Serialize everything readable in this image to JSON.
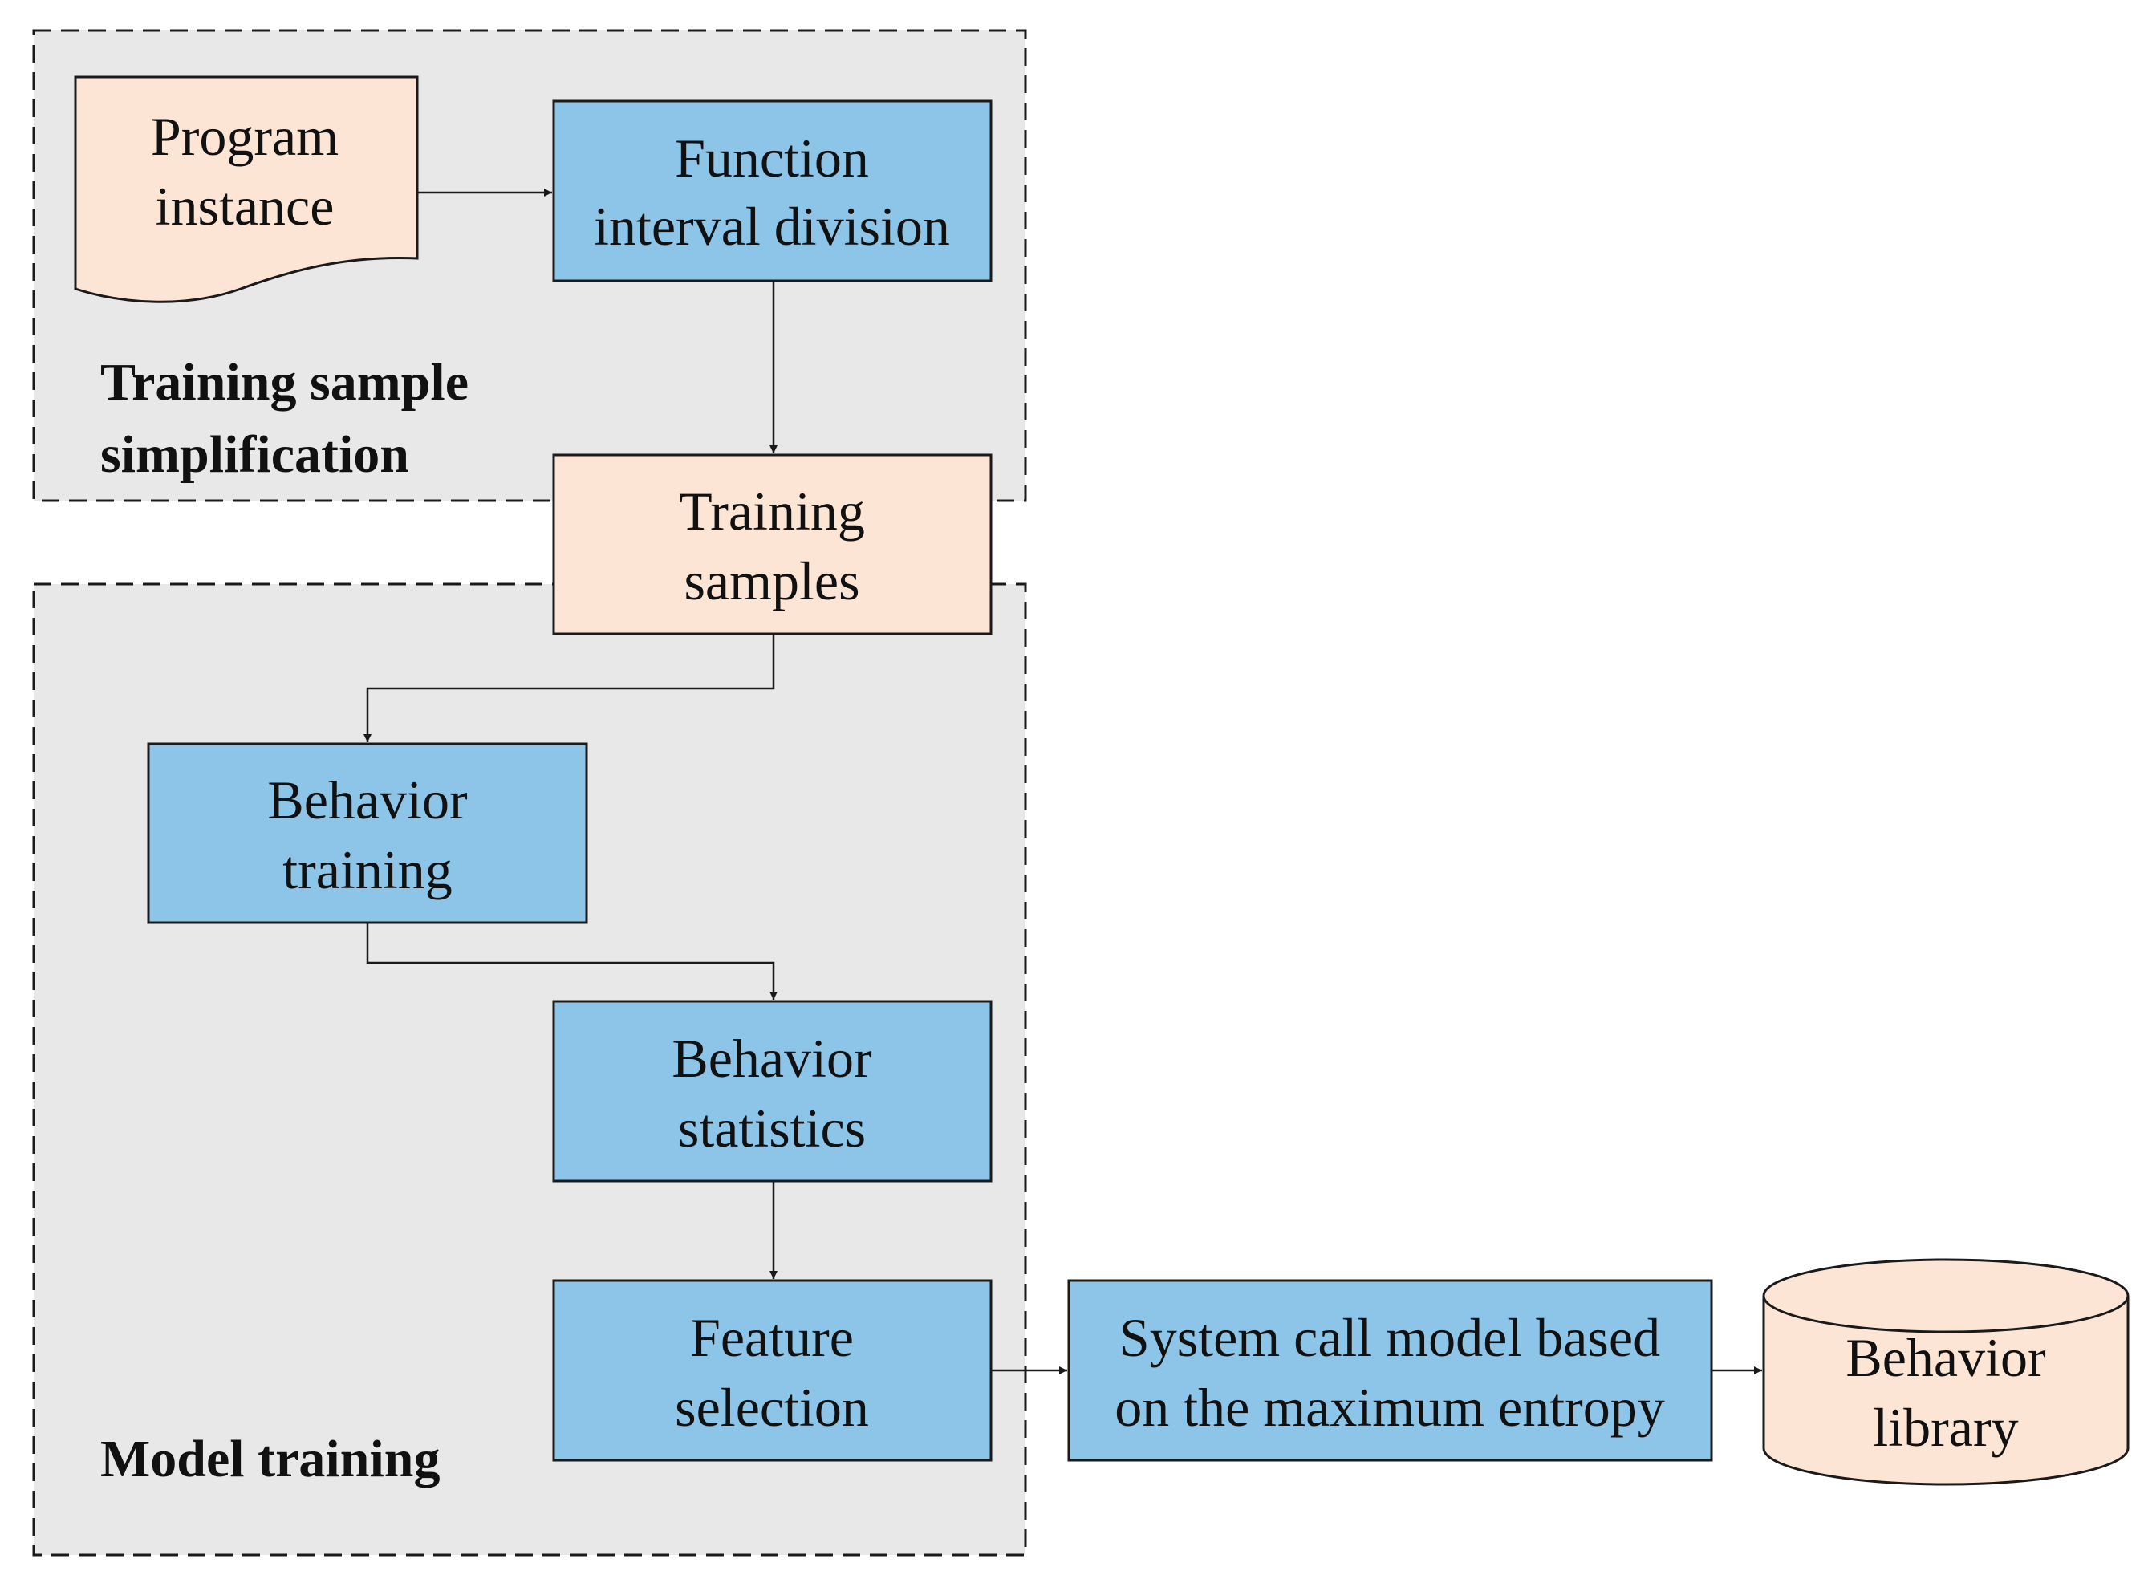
{
  "colors": {
    "process_fill": "#8DC5E8",
    "data_fill": "#FDE5D6",
    "group_fill": "#E8E8E8",
    "stroke": "#1a1a1a"
  },
  "groups": {
    "simplification": {
      "title_line1": "Training sample",
      "title_line2": "simplification"
    },
    "model_training": {
      "title": "Model training"
    }
  },
  "nodes": {
    "program_instance": {
      "shape": "document",
      "line1": "Program",
      "line2": "instance"
    },
    "function_interval_division": {
      "shape": "process",
      "line1": "Function",
      "line2": "interval division"
    },
    "training_samples": {
      "shape": "data-box",
      "line1": "Training",
      "line2": "samples"
    },
    "behavior_training": {
      "shape": "process",
      "line1": "Behavior",
      "line2": "training"
    },
    "behavior_statistics": {
      "shape": "process",
      "line1": "Behavior",
      "line2": "statistics"
    },
    "feature_selection": {
      "shape": "process",
      "line1": "Feature",
      "line2": "selection"
    },
    "system_call_model": {
      "shape": "process",
      "line1": "System call model based",
      "line2": "on the maximum entropy"
    },
    "behavior_library": {
      "shape": "database",
      "line1": "Behavior",
      "line2": "library"
    }
  },
  "edges": [
    {
      "from": "program_instance",
      "to": "function_interval_division"
    },
    {
      "from": "function_interval_division",
      "to": "training_samples"
    },
    {
      "from": "training_samples",
      "to": "behavior_training"
    },
    {
      "from": "behavior_training",
      "to": "behavior_statistics"
    },
    {
      "from": "behavior_statistics",
      "to": "feature_selection"
    },
    {
      "from": "feature_selection",
      "to": "system_call_model"
    },
    {
      "from": "system_call_model",
      "to": "behavior_library"
    }
  ]
}
